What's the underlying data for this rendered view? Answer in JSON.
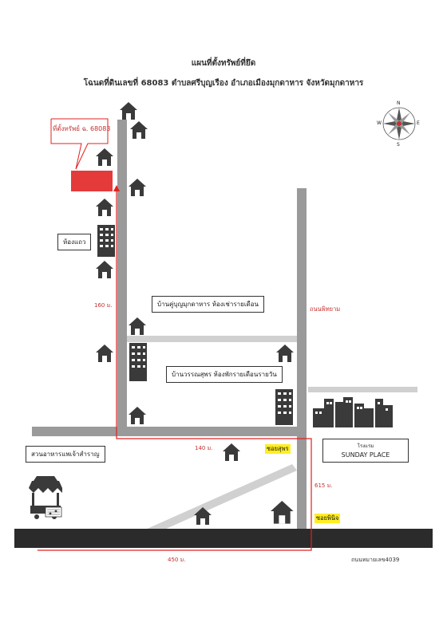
{
  "header": {
    "title": "แผนที่ตั้งทรัพย์ที่ยึด",
    "subtitle": "โฉนดที่ดินเลขที่ 68083 ตำบลศรีบุญเรือง อำเภอเมืองมุกดาหาร จังหวัดมุกดาหาร"
  },
  "property": {
    "label": "ที่ตั้งทรัพย์ ฉ. 68083",
    "marker_color": "#e43a3a"
  },
  "places": {
    "rowhouse": "ห้องแถว",
    "apartment1": "บ้านคู่บุญมุกดาหาร ห้องเช่ารายเดือน",
    "apartment2": "บ้านวรรณสุพร ห้องพักรายเดือนรายวัน",
    "restaurant": "สวนอาหารแพเจ้าสำราญ",
    "hotel_prefix": "โรงแรม",
    "hotel_name": "SUNDAY PLACE"
  },
  "roads": {
    "right_road": "ถนนพิทยาม",
    "soi_suphon": "ซอยสุพร",
    "soi_phinit": "ซอยพินิจ",
    "highway": "ถนนหมายเลข4039"
  },
  "distances": {
    "d160": "160 ม.",
    "d140": "140 ม.",
    "d615": "615 ม.",
    "d450": "450 ม."
  },
  "compass": {
    "n": "N",
    "s": "S",
    "e": "E",
    "w": "W"
  },
  "colors": {
    "road": "#9a9a9a",
    "road_light": "#d0d0d0",
    "highway": "#2b2b2b",
    "route": "#e02020",
    "icon": "#3a3a3a"
  }
}
